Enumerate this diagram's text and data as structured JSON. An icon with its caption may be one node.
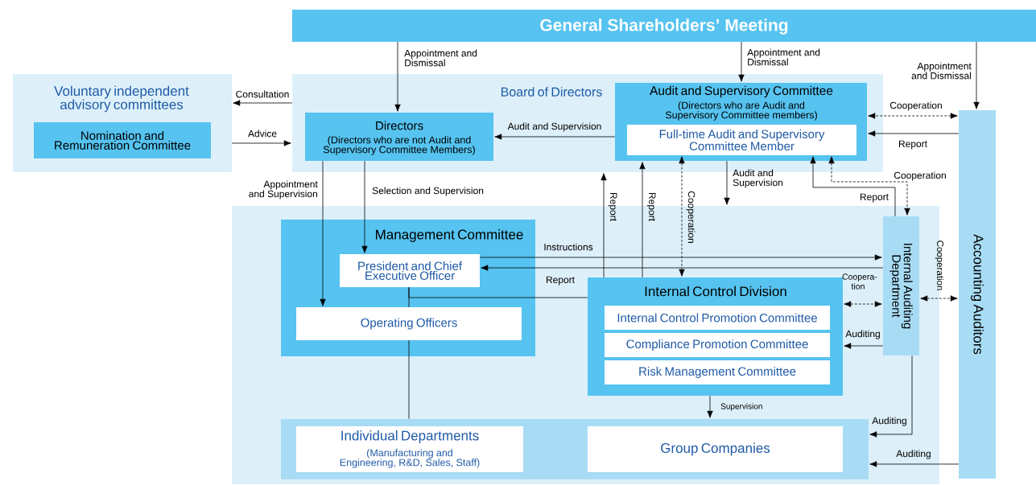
{
  "diagram": {
    "nodes": [
      {
        "text": [
          "General Shareholders’ Meeting"
        ]
      },
      {
        "text": [
          "Voluntary independent advisory committees"
        ]
      },
      {
        "text": [
          "Nomination and Remuneration Committee"
        ],
        "in": 1
      },
      {
        "text": [
          "Board of Directors"
        ]
      },
      {
        "text": [
          "Directors",
          "(Directors who are not Audit and Supervisory Committee Members)"
        ],
        "in": 3
      },
      {
        "text": [
          "Audit and Supervisory Committee",
          "(Directors who are Audit and Supervisory Committee members)"
        ],
        "in": 3
      },
      {
        "text": [
          "Full-time Audit and Supervisory Committee Member"
        ],
        "in": 5
      },
      {
        "text": [
          "Accounting Auditors"
        ]
      },
      {
        "text": [],
        "shape": "box"
      },
      {
        "text": [
          "Management Committee"
        ],
        "in": 8
      },
      {
        "text": [
          "President and Chief Executive Officer"
        ],
        "in": 9
      },
      {
        "text": [
          "Operating Officers"
        ],
        "in": 9
      },
      {
        "text": [
          "Internal Control Division"
        ],
        "in": 8
      },
      {
        "text": [
          "Internal Control Promotion Committee"
        ],
        "in": 12
      },
      {
        "text": [
          "Compliance Promotion Committee"
        ],
        "in": 12
      },
      {
        "text": [
          "Risk Management Committee"
        ],
        "in": 12
      },
      {
        "text": [
          "Internal Auditing Department"
        ],
        "in": 8
      },
      {
        "text": [],
        "shape": "box",
        "in": 8
      },
      {
        "text": [
          "Individual Departments",
          "(Manufacturing and Engineering, R&D, Sales, Staff)"
        ],
        "in": 17
      },
      {
        "text": [
          "Group Companies"
        ],
        "in": 17
      }
    ],
    "edges": [
      {
        "from": 0,
        "to": 4,
        "arrow": "to",
        "label": "Appointment and Dismissal"
      },
      {
        "from": 0,
        "to": 5,
        "arrow": "to",
        "label": "Appointment and Dismissal"
      },
      {
        "from": 0,
        "to": 7,
        "arrow": "to",
        "label": "Appointment and Dismissal"
      },
      {
        "from": 3,
        "to": 1,
        "arrow": "to",
        "label": "Consultation"
      },
      {
        "from": 1,
        "to": 3,
        "arrow": "to",
        "label": "Advice"
      },
      {
        "from": 5,
        "to": 4,
        "arrow": "to",
        "label": "Audit and Supervision"
      },
      {
        "from": 7,
        "to": 5,
        "arrow": "both",
        "label": "Cooperation",
        "style": "dashed"
      },
      {
        "from": 7,
        "to": 5,
        "arrow": "to",
        "label": "Report"
      },
      {
        "from": 4,
        "to": 11,
        "arrow": "to",
        "label": "Appointment and Supervision"
      },
      {
        "from": 4,
        "to": 10,
        "arrow": "to",
        "label": "Selection and Supervision"
      },
      {
        "from": 12,
        "to": 3,
        "arrow": "to",
        "label": "Report"
      },
      {
        "from": 12,
        "to": 5,
        "arrow": "to",
        "label": "Report"
      },
      {
        "from": 6,
        "to": 12,
        "arrow": "both",
        "label": "Cooperation",
        "style": "dashed"
      },
      {
        "from": 5,
        "to": 8,
        "arrow": "to",
        "label": "Audit and Supervision"
      },
      {
        "from": 16,
        "to": 6,
        "arrow": "to",
        "label": "Report"
      },
      {
        "from": 6,
        "to": 16,
        "arrow": "both",
        "label": "Cooperation",
        "style": "dashed"
      },
      {
        "from": 10,
        "to": 16,
        "arrow": "to",
        "label": "Instructions"
      },
      {
        "from": 16,
        "to": 10,
        "arrow": "to",
        "label": "Report"
      },
      {
        "from": 12,
        "to": 16,
        "arrow": "both",
        "label": "Coopera-tion",
        "style": "dashed"
      },
      {
        "from": 16,
        "to": 12,
        "arrow": "to",
        "label": "Auditing"
      },
      {
        "from": 16,
        "to": 7,
        "arrow": "both",
        "label": "Cooperation",
        "style": "dashed"
      },
      {
        "from": 12,
        "to": 17,
        "arrow": "to",
        "label": "Supervision"
      },
      {
        "from": 16,
        "to": 17,
        "arrow": "to",
        "label": "Auditing"
      },
      {
        "from": 7,
        "to": 17,
        "arrow": "to",
        "label": "Auditing"
      },
      {
        "from": 10,
        "to": 11,
        "arrow": "none"
      },
      {
        "from": 10,
        "to": 12,
        "arrow": "none"
      },
      {
        "from": 11,
        "to": 17,
        "arrow": "none"
      }
    ]
  }
}
